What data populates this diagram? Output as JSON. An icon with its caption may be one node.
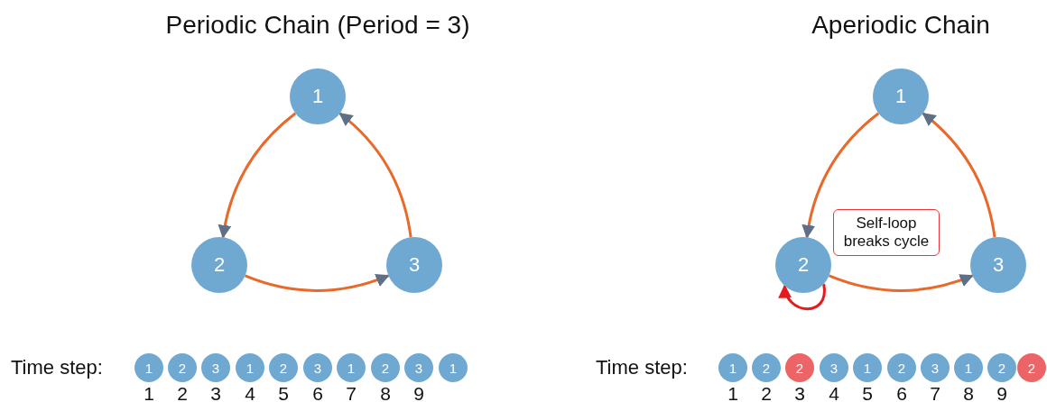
{
  "diagram": {
    "nodes": [
      {
        "text": [
          "1"
        ]
      },
      {
        "text": [
          "2"
        ]
      },
      {
        "text": [
          "3"
        ]
      },
      {
        "text": [
          "1"
        ]
      },
      {
        "text": [
          "2"
        ]
      },
      {
        "text": [
          "3"
        ]
      },
      {
        "text": [
          "Self-loop breaks cycle"
        ]
      },
      {
        "text": [
          "1"
        ]
      },
      {
        "text": [
          "2"
        ]
      },
      {
        "text": [
          "3"
        ]
      },
      {
        "text": [
          "1"
        ]
      },
      {
        "text": [
          "2"
        ]
      },
      {
        "text": [
          "3"
        ]
      },
      {
        "text": [
          "1"
        ]
      },
      {
        "text": [
          "2"
        ]
      },
      {
        "text": [
          "3"
        ]
      },
      {
        "text": [
          "1"
        ]
      },
      {
        "text": [
          "1"
        ]
      },
      {
        "text": [
          "2"
        ]
      },
      {
        "text": [
          "2"
        ]
      },
      {
        "text": [
          "3"
        ]
      },
      {
        "text": [
          "1"
        ]
      },
      {
        "text": [
          "2"
        ]
      },
      {
        "text": [
          "3"
        ]
      },
      {
        "text": [
          "1"
        ]
      },
      {
        "text": [
          "2"
        ]
      },
      {
        "text": [
          "2"
        ]
      }
    ],
    "edges": [
      {
        "from": 0,
        "to": 1,
        "arrow": "to"
      },
      {
        "from": 1,
        "to": 2,
        "arrow": "to"
      },
      {
        "from": 2,
        "to": 0,
        "arrow": "to"
      },
      {
        "from": 3,
        "to": 4,
        "arrow": "to"
      },
      {
        "from": 4,
        "to": 5,
        "arrow": "to"
      },
      {
        "from": 5,
        "to": 3,
        "arrow": "to"
      },
      {
        "from": 4,
        "to": 4,
        "arrow": "to",
        "color": "#e41a1c"
      }
    ],
    "labels": [
      "Periodic Chain (Period = 3)",
      "Aperiodic Chain",
      "Time step:",
      "1",
      "2",
      "3",
      "4",
      "5",
      "6",
      "7",
      "8",
      "9",
      "Time step:",
      "1",
      "2",
      "3",
      "4",
      "5",
      "6",
      "7",
      "8",
      "9"
    ]
  }
}
